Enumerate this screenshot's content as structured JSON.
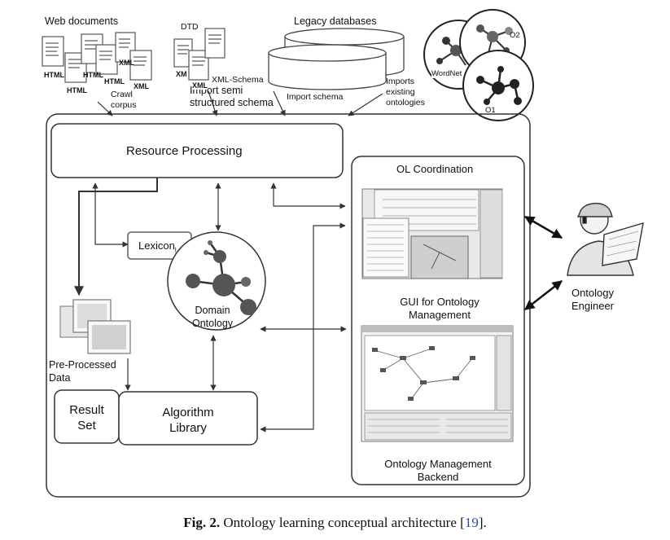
{
  "sources": {
    "web_documents": "Web documents",
    "crawl_corpus": "Crawl\ncorpus",
    "dtd": "DTD",
    "xml_schema": "XML-Schema",
    "import_semi_structured": "Import semi\nstructured schema",
    "legacy_databases": "Legacy databases",
    "import_schema": "Import schema",
    "imports_existing": "Imports\nexisting\nontologies",
    "wordnet": "WordNet",
    "o1": "O1",
    "o2": "O2",
    "doc_tags": [
      "HTML",
      "HTML",
      "HTML",
      "HTML",
      "XML",
      "XML",
      "XM",
      "XML"
    ]
  },
  "main": {
    "resource_processing": "Resource Processing",
    "lexicon": "Lexicon",
    "lexicon_sub": "l",
    "domain_ontology": "Domain\nOntology",
    "pre_processed": "Pre-Processed\nData",
    "result_set": "Result\nSet",
    "algorithm_library": "Algorithm\nLibrary"
  },
  "coordination": {
    "title": "OL Coordination",
    "gui": "GUI for Ontology\nManagement",
    "backend": "Ontology Management\nBackend"
  },
  "engineer": "Ontology\nEngineer",
  "caption": {
    "fig": "Fig. 2.",
    "text": "Ontology learning conceptual architecture [",
    "ref": "19",
    "end": "]."
  }
}
